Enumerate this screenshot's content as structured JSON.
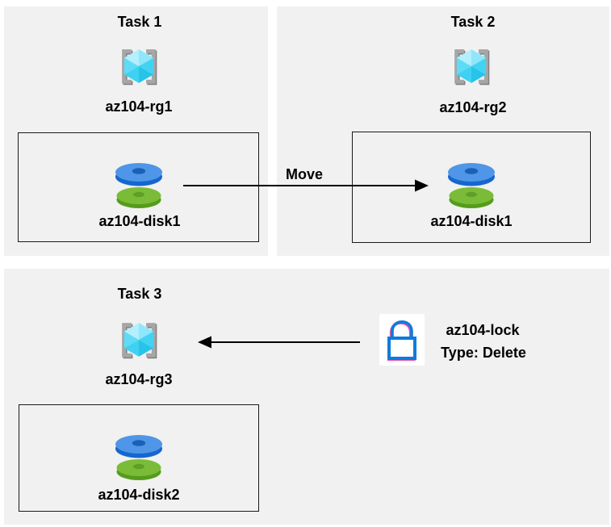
{
  "tasks": [
    {
      "title": "Task 1",
      "resource_group": "az104-rg1",
      "disk": "az104-disk1"
    },
    {
      "title": "Task 2",
      "resource_group": "az104-rg2",
      "disk": "az104-disk1"
    },
    {
      "title": "Task 3",
      "resource_group": "az104-rg3",
      "disk": "az104-disk2"
    }
  ],
  "move_arrow": {
    "label": "Move"
  },
  "lock": {
    "name": "az104-lock",
    "type_label": "Type: Delete"
  },
  "icons": {
    "resource_group": "azure-resource-group-icon",
    "disk": "azure-managed-disk-icon",
    "lock": "azure-lock-icon"
  },
  "colors": {
    "canvas-bg": "#ffffff",
    "panel-bg": "#f1f1f1",
    "box-border": "#1a1a1a",
    "text": "#000000",
    "arrow": "#000000",
    "bracket-gray": "#a6a6a6",
    "bracket-gray-dark": "#7f7f7f",
    "cube-top-left": "#b3effe",
    "cube-top-right": "#8ee7fb",
    "cube-left": "#5edcf6",
    "cube-bottom-left": "#3ed1f2",
    "cube-bottom-right": "#28c3e8",
    "cube-right": "#43d3f2",
    "disk-blue-top": "#4f96e8",
    "disk-blue-side": "#1567cd",
    "disk-blue-hole": "#1d5fb4",
    "disk-green-top": "#7abc37",
    "disk-green-side": "#569c1c",
    "disk-green-hole": "#619e28",
    "lock-blue": "#0f7bdb",
    "lock-pink": "#ef4fa6",
    "lock-bg": "#ffffff"
  }
}
